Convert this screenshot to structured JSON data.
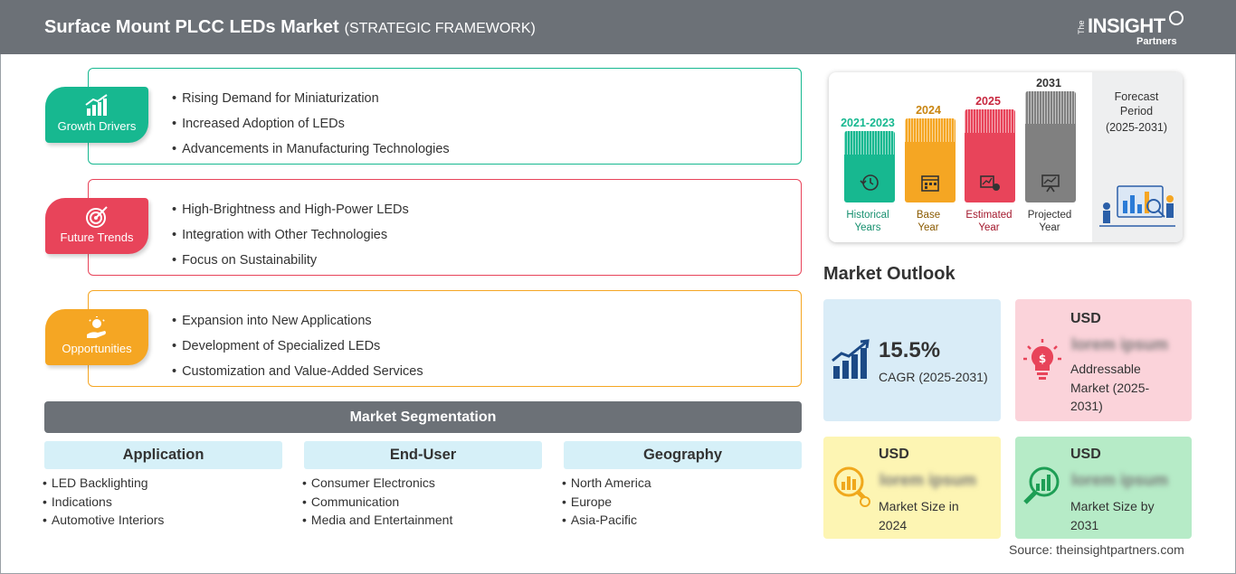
{
  "header": {
    "title": "Surface Mount PLCC LEDs Market",
    "subtitle": "(STRATEGIC FRAMEWORK)",
    "logo": {
      "the": "The",
      "insight": "INSIGHT",
      "partners": "Partners"
    }
  },
  "colors": {
    "header_bg": "#6c7177",
    "growth": "#17b890",
    "trends": "#e8445a",
    "opportunities": "#f5a623",
    "segment_head": "#d6f0f8"
  },
  "strategy": [
    {
      "label": "Growth Drivers",
      "icon": "growth-chart-icon",
      "items": [
        "Rising Demand for Miniaturization",
        "Increased Adoption of LEDs",
        "Advancements in Manufacturing Technologies"
      ]
    },
    {
      "label": "Future Trends",
      "icon": "target-icon",
      "items": [
        "High-Brightness and High-Power LEDs",
        "Integration with Other Technologies",
        "Focus on Sustainability"
      ]
    },
    {
      "label": "Opportunities",
      "icon": "idea-hand-icon",
      "items": [
        "Expansion into New Applications",
        "Development of Specialized LEDs",
        "Customization and Value-Added Services"
      ]
    }
  ],
  "segmentation": {
    "title": "Market Segmentation",
    "columns": [
      {
        "head": "Application",
        "items": [
          "LED Backlighting",
          "Indications",
          "Automotive Interiors"
        ]
      },
      {
        "head": "End-User",
        "items": [
          "Consumer Electronics",
          "Communication",
          "Media and Entertainment"
        ]
      },
      {
        "head": "Geography",
        "items": [
          "North America",
          "Europe",
          "Asia-Pacific"
        ]
      }
    ]
  },
  "timeline": {
    "bars": [
      {
        "year": "2021-2023",
        "label": [
          "Historical",
          "Years"
        ],
        "color": "#17b890",
        "icon": "history-clock-icon"
      },
      {
        "year": "2024",
        "label": [
          "Base",
          "Year"
        ],
        "color": "#f5a623",
        "icon": "calendar-icon"
      },
      {
        "year": "2025",
        "label": [
          "Estimated",
          "Year"
        ],
        "color": "#e8445a",
        "icon": "estimate-chart-icon"
      },
      {
        "year": "2031",
        "label": [
          "Projected",
          "Year"
        ],
        "color": "#808080",
        "icon": "projection-board-icon"
      }
    ],
    "forecast": {
      "line1": "Forecast",
      "line2": "Period",
      "line3": "(2025-2031)"
    }
  },
  "outlook": {
    "title": "Market Outlook",
    "cagr": {
      "value": "15.5%",
      "label": "CAGR (2025-2031)"
    },
    "addressable": {
      "currency": "USD",
      "value": "lorem ipsum",
      "label": [
        "Addressable",
        "Market (2025-",
        "2031)"
      ]
    },
    "size_2024": {
      "currency": "USD",
      "value": "lorem ipsum",
      "label": [
        "Market Size in",
        "2024"
      ]
    },
    "size_2031": {
      "currency": "USD",
      "value": "lorem ipsum",
      "label": [
        "Market Size by",
        "2031"
      ]
    }
  },
  "source": "Source: theinsightpartners.com"
}
